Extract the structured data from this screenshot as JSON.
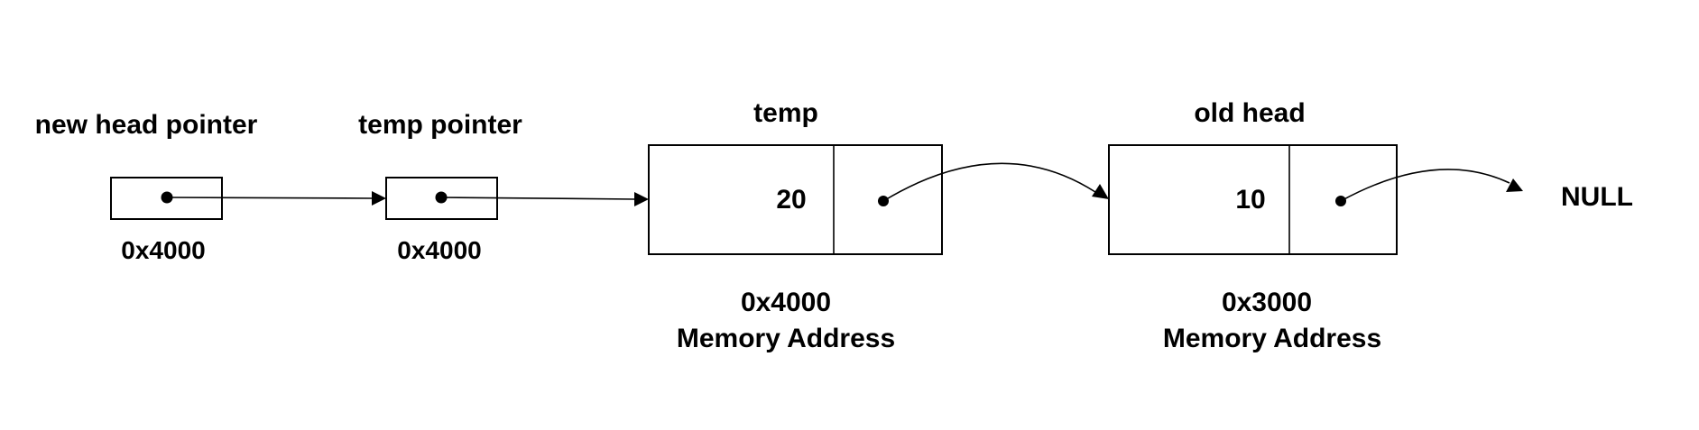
{
  "pointers": [
    {
      "label": "new head pointer",
      "address": "0x4000"
    },
    {
      "label": "temp pointer",
      "address": "0x4000"
    }
  ],
  "nodes": [
    {
      "label": "temp",
      "value": "20",
      "address": "0x4000",
      "address_caption": "Memory Address"
    },
    {
      "label": "old head",
      "value": "10",
      "address": "0x3000",
      "address_caption": "Memory Address"
    }
  ],
  "terminal": "NULL"
}
